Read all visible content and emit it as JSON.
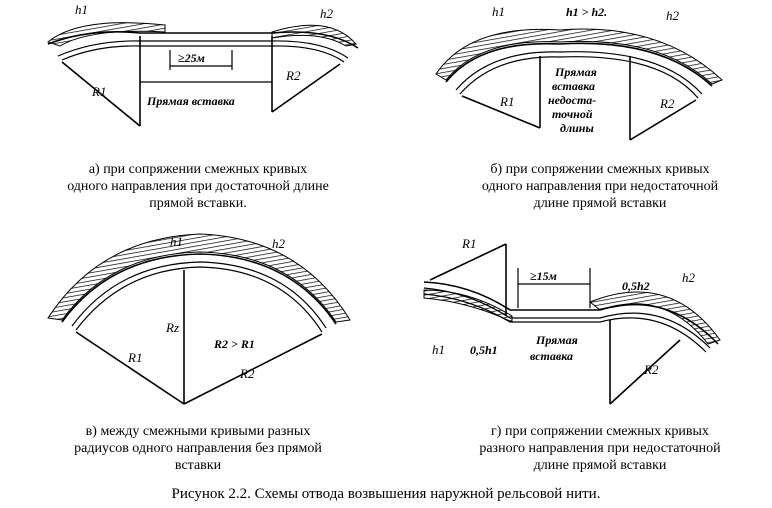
{
  "panels": {
    "a": {
      "caption": [
        "а) при сопряжении смежных кривых",
        "одного направления при достаточной длине",
        "прямой вставки."
      ],
      "labels": {
        "h1": "h1",
        "h2": "h2",
        "r1": "R1",
        "r2": "R2",
        "dist": "≥25м",
        "insert": "Прямая вставка"
      }
    },
    "b": {
      "caption": [
        "б) при сопряжении смежных кривых",
        "одного направления при недостаточной",
        "длине прямой вставки"
      ],
      "labels": {
        "h1": "h1",
        "h2": "h2",
        "rel": "h1 > h2.",
        "r1": "R1",
        "r2": "R2",
        "insert": [
          "Прямая",
          "вставка",
          "недоста-",
          "точной",
          "длины"
        ]
      }
    },
    "v": {
      "caption": [
        "в) между смежными кривыми разных",
        "радиусов одного направления без прямой",
        "вставки"
      ],
      "labels": {
        "h1": "h1",
        "h2": "h2",
        "r1": "R1",
        "r2": "R2",
        "rz": "Rz",
        "rel": "R2 > R1"
      }
    },
    "g": {
      "caption": [
        "г) при сопряжении смежных кривых",
        "разного направления при недостаточной",
        "длине прямой вставки"
      ],
      "labels": {
        "h1": "h1",
        "h2": "h2",
        "r1": "R1",
        "r2": "R2",
        "dist": "≥15м",
        "half_h1": "0,5h1",
        "half_h2": "0,5h2",
        "insert": [
          "Прямая",
          "вставка"
        ]
      }
    }
  },
  "figure_caption": "Рисунок 2.2. Схемы отвода возвышения наружной рельсовой нити."
}
